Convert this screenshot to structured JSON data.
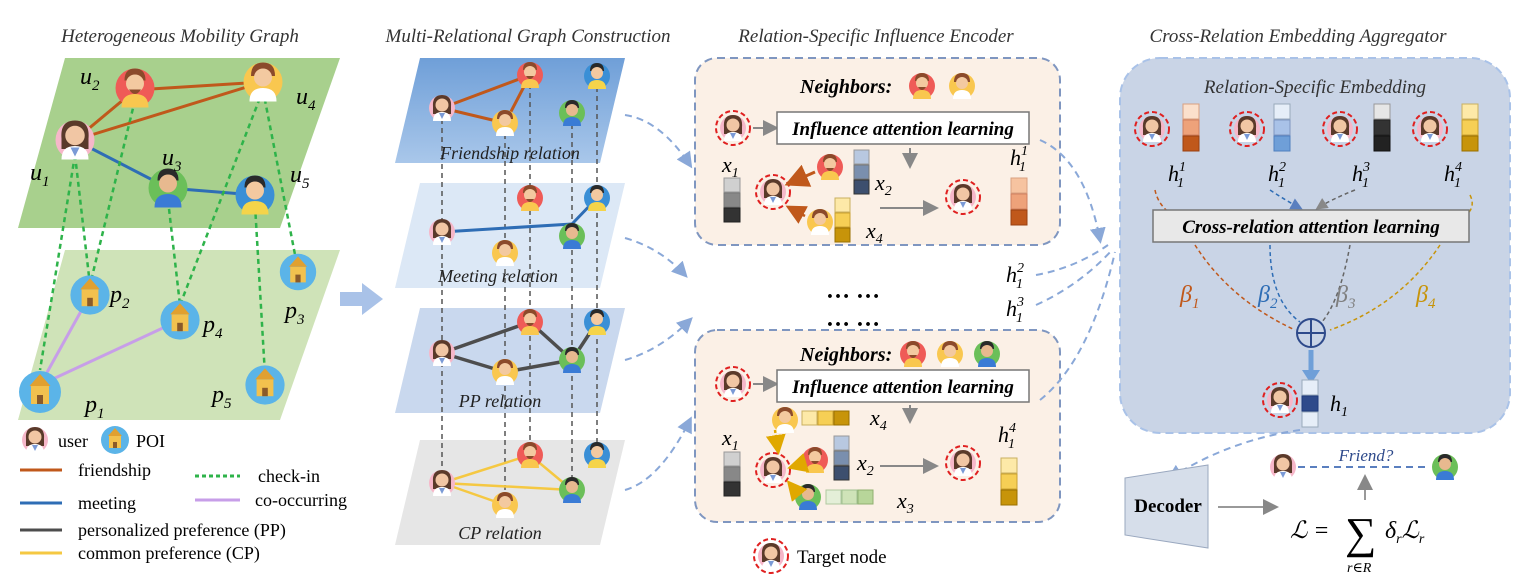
{
  "sections": {
    "hetero": "Heterogeneous Mobility Graph",
    "multi": "Multi-Relational Graph Construction",
    "encoder": "Relation-Specific Influence Encoder",
    "aggregator": "Cross-Relation Embedding Aggregator"
  },
  "graph_labels": {
    "u1": "u",
    "u1_sub": "1",
    "u2": "u",
    "u2_sub": "2",
    "u3": "u",
    "u3_sub": "3",
    "u4": "u",
    "u4_sub": "4",
    "u5": "u",
    "u5_sub": "5",
    "p1": "p",
    "p1_sub": "1",
    "p2": "p",
    "p2_sub": "2",
    "p3": "p",
    "p3_sub": "3",
    "p4": "p",
    "p4_sub": "4",
    "p5": "p",
    "p5_sub": "5"
  },
  "legend": {
    "user": "user",
    "poi": "POI",
    "friendship": "friendship",
    "checkin": "check-in",
    "meeting": "meeting",
    "cooccurring": "co-occurring",
    "pp": "personalized preference (PP)",
    "cp": "common preference (CP)"
  },
  "relations": {
    "friendship": "Friendship relation",
    "meeting": "Meeting relation",
    "pp": "PP relation",
    "cp": "CP relation"
  },
  "encoder": {
    "neighbors": "Neighbors:",
    "attention": "Influence attention learning",
    "x": "x",
    "h": "h",
    "sub1": "1",
    "sub2": "2",
    "sub3": "3",
    "sub4": "4",
    "ellipsis": "… …",
    "target": "Target node"
  },
  "aggregator": {
    "embedding_title": "Relation-Specific Embedding",
    "cross_attention": "Cross-relation attention learning",
    "beta": "β",
    "h": "h",
    "decoder": "Decoder",
    "friend": "Friend?",
    "loss_lhs": "ℒ = ",
    "loss_sum": "∑",
    "loss_under": "r∈R",
    "loss_rhs": "δ",
    "loss_r": "r",
    "loss_L": "ℒ"
  },
  "colors": {
    "friendship": "#c0581b",
    "meeting": "#2e6db5",
    "pp": "#4d4d4d",
    "cp": "#f5c842",
    "checkin": "#2eb34a",
    "cooccurring": "#c79ee8",
    "graph_green": "#a8d08d",
    "beta1": "#c0581b",
    "beta2": "#2e6db5",
    "beta3": "#7f7f7f",
    "beta4": "#c7940a"
  }
}
